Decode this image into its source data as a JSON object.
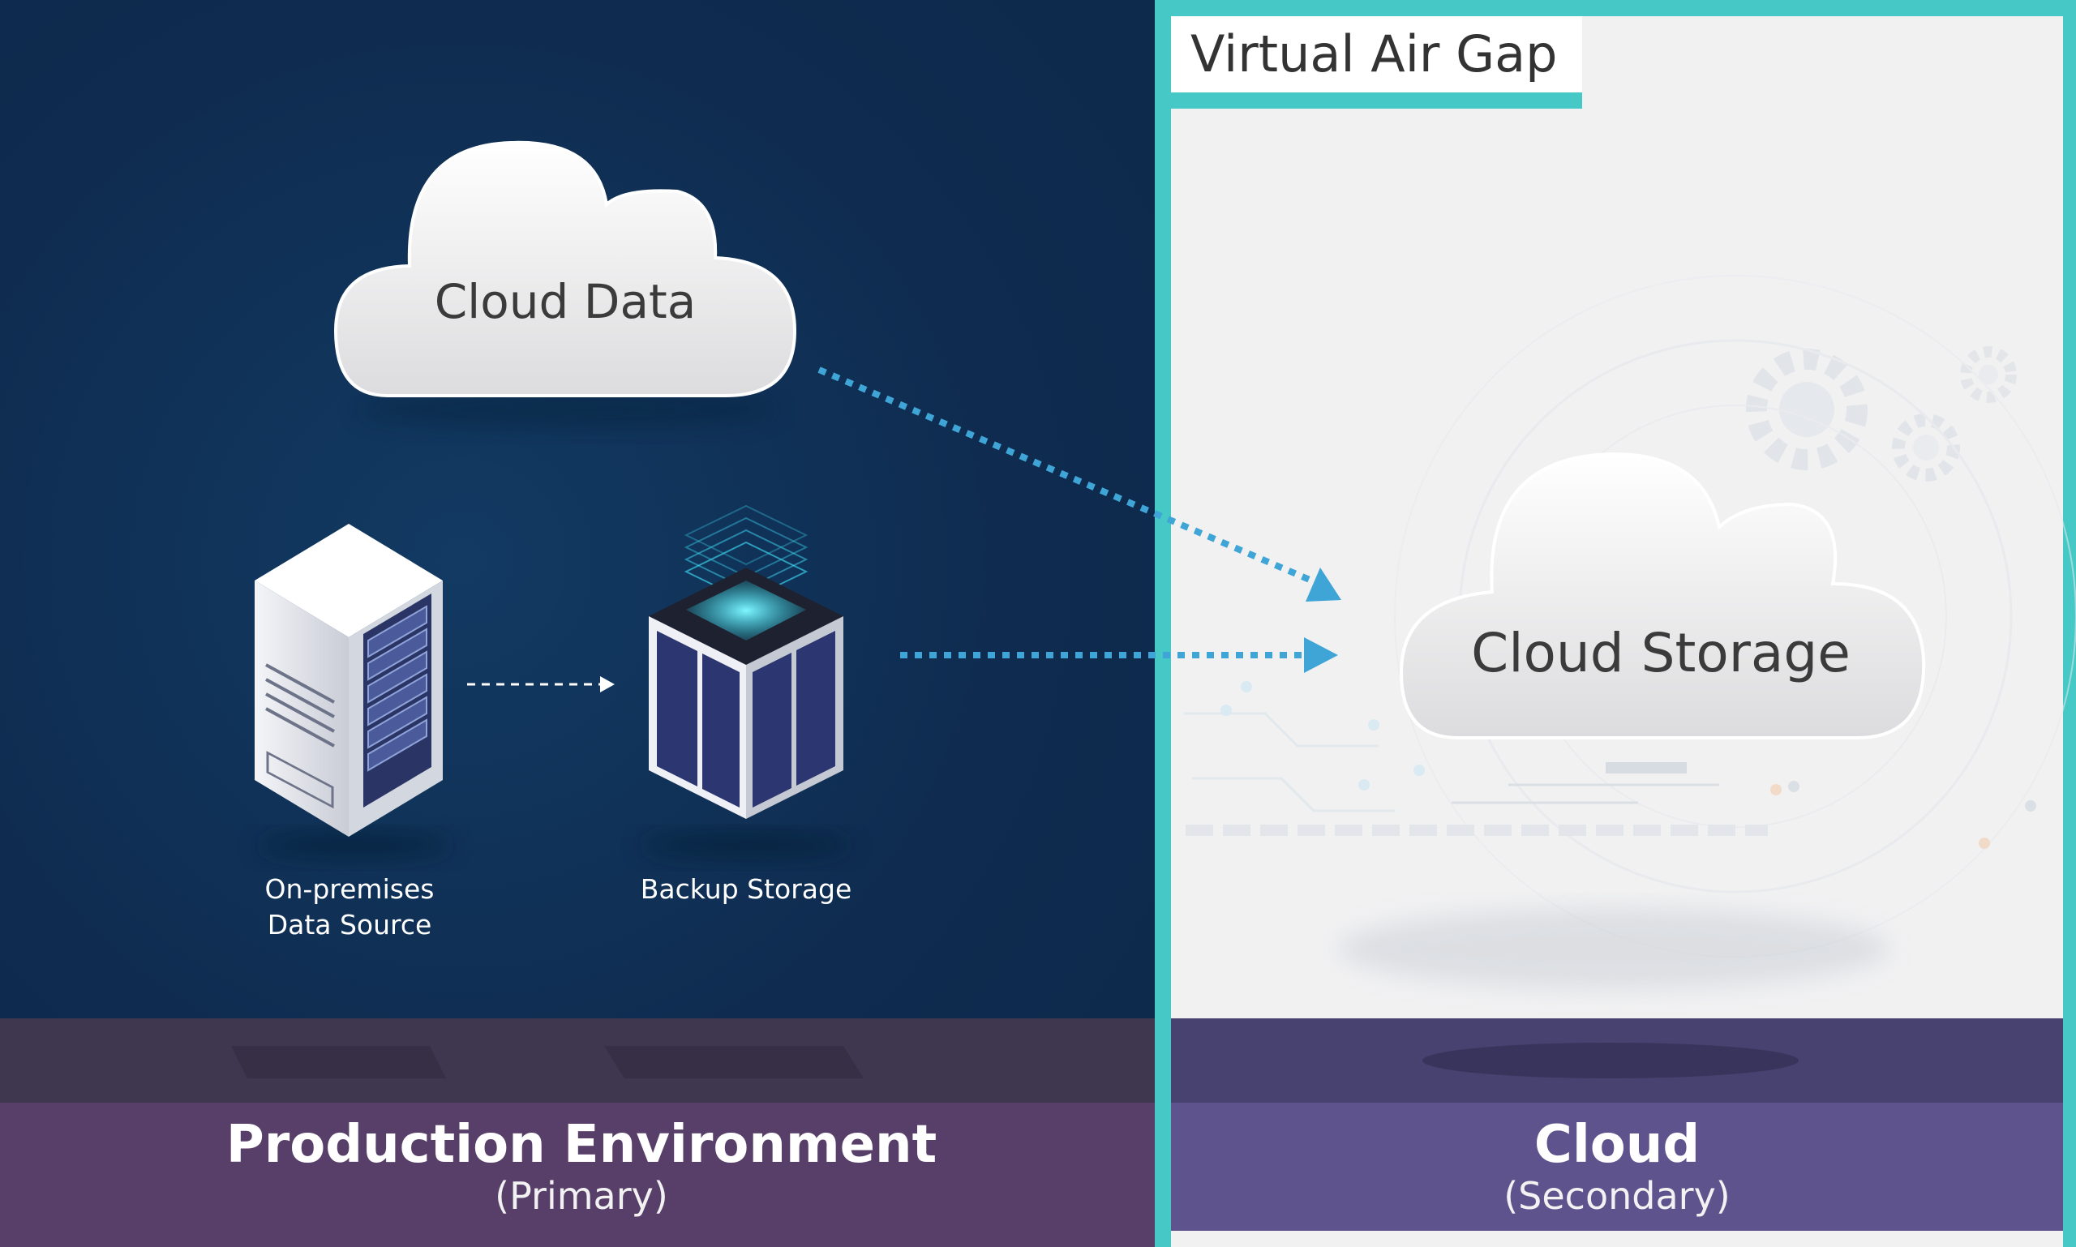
{
  "air_gap": {
    "label": "Virtual Air Gap"
  },
  "production": {
    "title": "Production Environment",
    "subtitle": "(Primary)"
  },
  "cloud": {
    "title": "Cloud",
    "subtitle": "(Secondary)"
  },
  "nodes": {
    "cloud_data": "Cloud Data",
    "cloud_storage": "Cloud Storage",
    "on_premises_line1": "On-premises",
    "on_premises_line2": "Data Source",
    "backup_storage": "Backup Storage"
  },
  "colors": {
    "navy": "#0f2c50",
    "teal_frame": "#46c9c6",
    "arrow_blue": "#3fa4d6",
    "left_footer": "#583f69",
    "right_footer": "#5e538c"
  },
  "icons": {
    "server": "server-tower-icon",
    "backup": "storage-cube-icon",
    "gears": "gear-icon"
  }
}
